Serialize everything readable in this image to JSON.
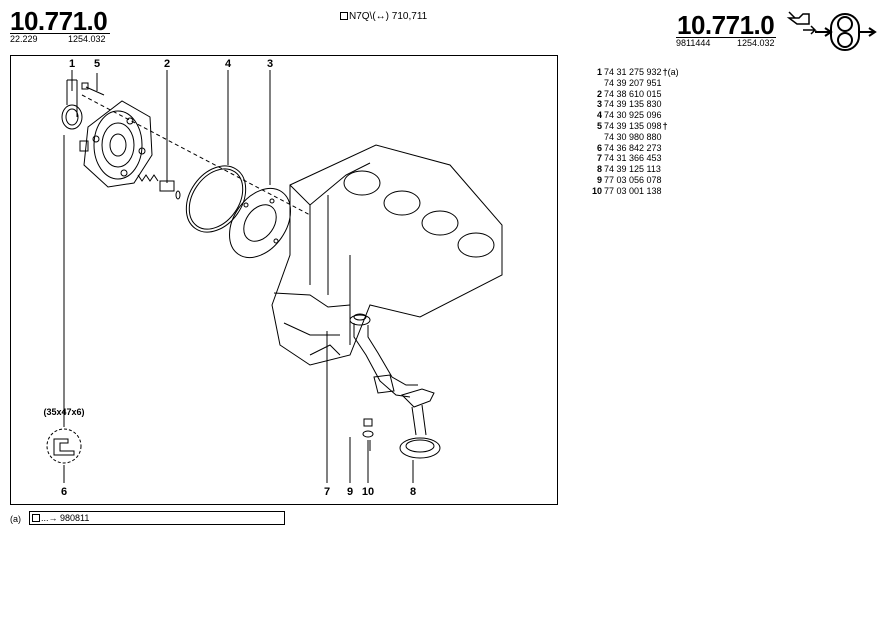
{
  "header_left": {
    "ref": "10.771.0",
    "code_left": "22.229",
    "code_right": "1254.032"
  },
  "header_center": {
    "engine_text": "N7Q\\",
    "range_text": "710,711"
  },
  "header_right": {
    "ref": "10.771.0",
    "code_left": "9811444",
    "code_right": "1254.032"
  },
  "diagram": {
    "callouts": [
      "1",
      "5",
      "2",
      "4",
      "3",
      "6",
      "7",
      "9",
      "10",
      "8"
    ],
    "dimension_label": "(35x47x6)"
  },
  "parts": [
    {
      "num": "1",
      "ref": "74 31 275 932",
      "mark": "†",
      "note": "(a)"
    },
    {
      "num": "",
      "ref": "74 39 207 951",
      "mark": "",
      "note": ""
    },
    {
      "num": "2",
      "ref": "74 38 610 015",
      "mark": "",
      "note": ""
    },
    {
      "num": "3",
      "ref": "74 39 135 830",
      "mark": "",
      "note": ""
    },
    {
      "num": "4",
      "ref": "74 30 925 096",
      "mark": "",
      "note": ""
    },
    {
      "num": "5",
      "ref": "74 39 135 098",
      "mark": "†",
      "note": ""
    },
    {
      "num": "",
      "ref": "74 30 980 880",
      "mark": "",
      "note": ""
    },
    {
      "num": "6",
      "ref": "74 36 842 273",
      "mark": "",
      "note": ""
    },
    {
      "num": "7",
      "ref": "74 31 366 453",
      "mark": "",
      "note": ""
    },
    {
      "num": "8",
      "ref": "74 39 125 113",
      "mark": "",
      "note": ""
    },
    {
      "num": "9",
      "ref": "77 03 056 078",
      "mark": "",
      "note": ""
    },
    {
      "num": "10",
      "ref": "77 03 001 138",
      "mark": "",
      "note": ""
    }
  ],
  "footnote": {
    "label": "(a)",
    "text": "...→ 980811"
  }
}
